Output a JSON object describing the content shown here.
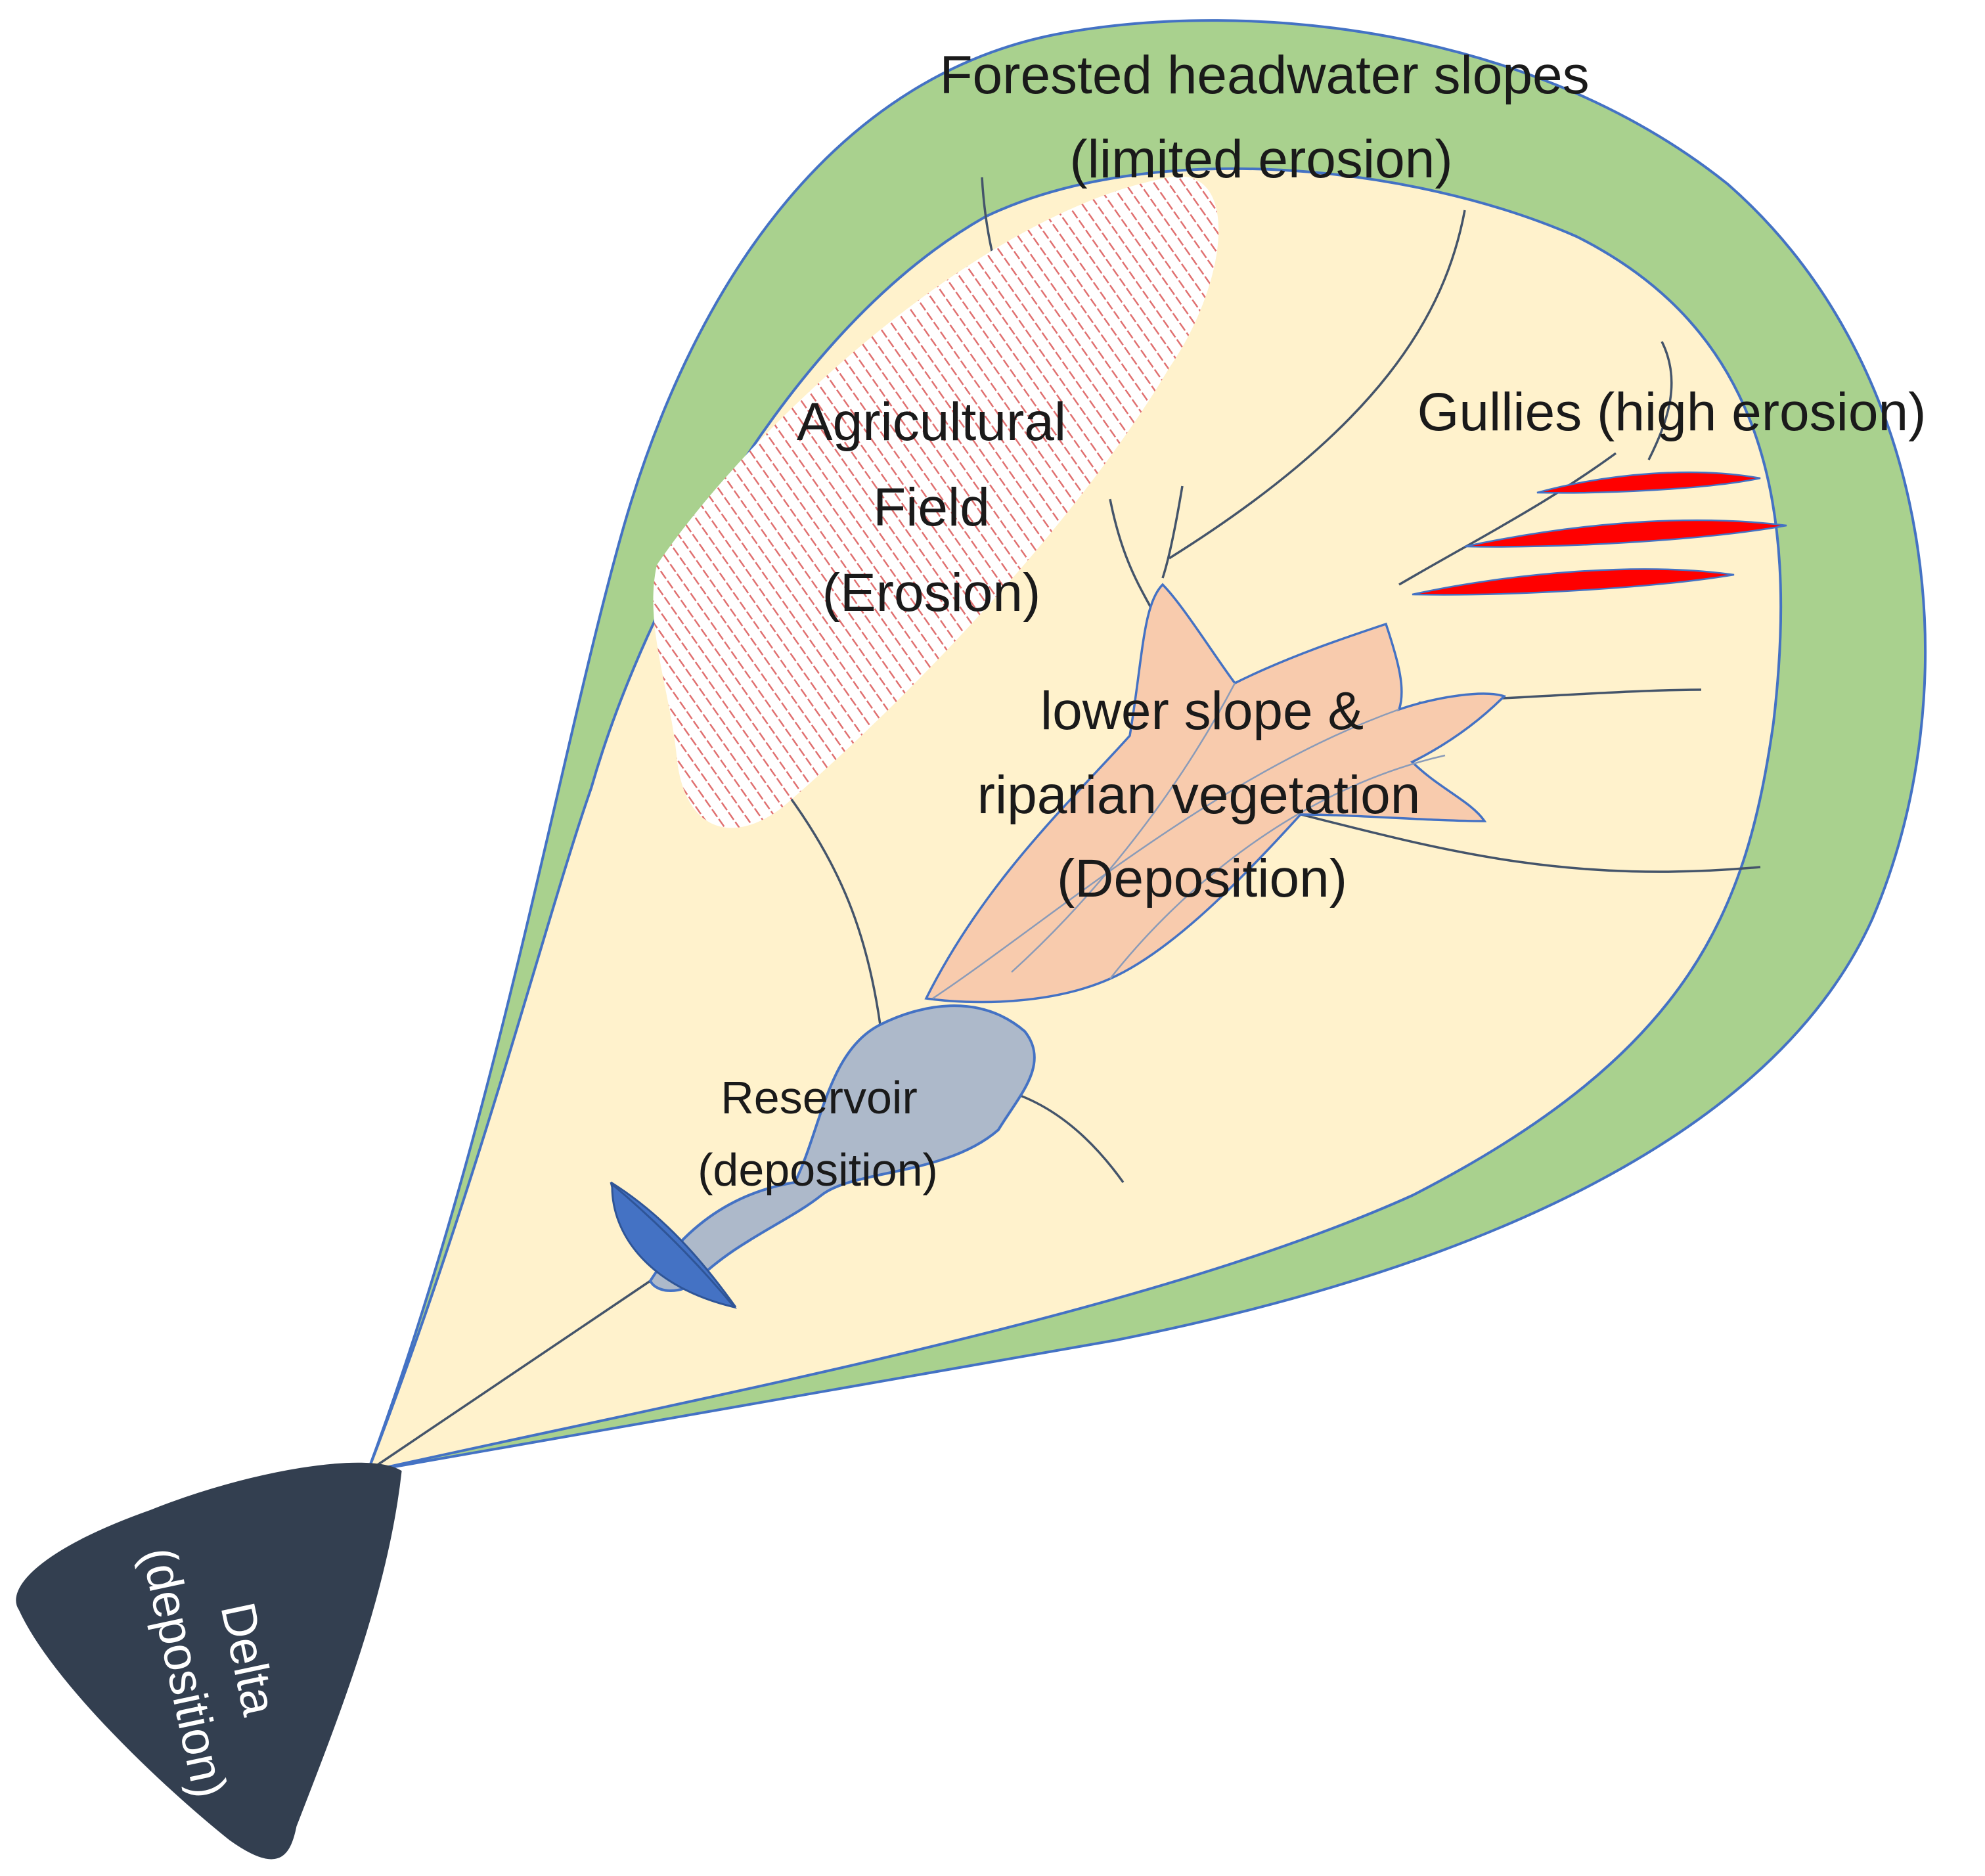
{
  "diagram": {
    "labels": {
      "forested_line1": "Forested headwater slopes",
      "forested_line2": "(limited erosion)",
      "agri_line1": "Agricultural",
      "agri_line2": "Field",
      "agri_line3": "(Erosion)",
      "gullies": "Gullies (high erosion)",
      "lower_line1": "lower slope &",
      "lower_line2": "riparian vegetation",
      "lower_line3": "(Deposition)",
      "reservoir_line1": "Reservoir",
      "reservoir_line2": "(deposition)",
      "delta_line1": "Delta",
      "delta_line2": "(deposition)"
    },
    "colors": {
      "forest_band": "#a9d18e",
      "watershed": "#fff2cc",
      "outline": "#4472c4",
      "agri_hatch": "#e07070",
      "gully": "#ff0000",
      "lower_slope": "#f8cbad",
      "reservoir": "#adb9ca",
      "dam": "#4472c4",
      "delta": "#333f50"
    }
  }
}
